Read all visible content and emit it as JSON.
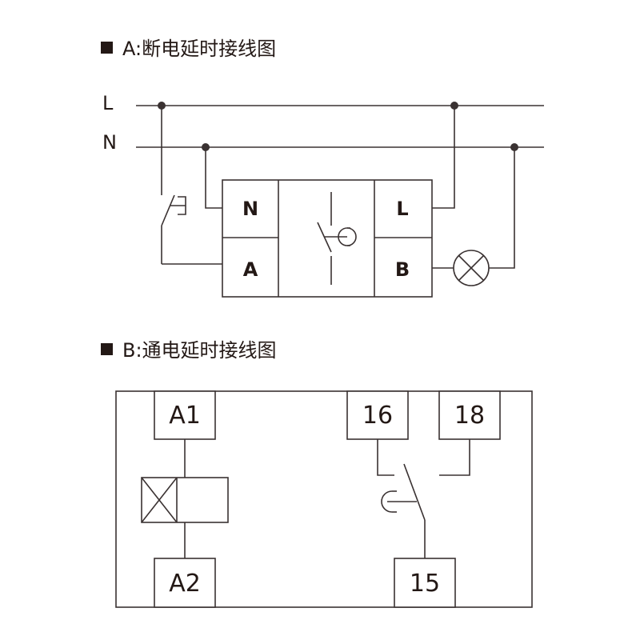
{
  "section_a": {
    "heading": "A:断电延时接线图",
    "line_L": "L",
    "line_N": "N",
    "terminal_N": "N",
    "terminal_A": "A",
    "terminal_L": "L",
    "terminal_B": "B"
  },
  "section_b": {
    "heading": "B:通电延时接线图",
    "terminal_A1": "A1",
    "terminal_A2": "A2",
    "terminal_16": "16",
    "terminal_18": "18",
    "terminal_15": "15"
  },
  "colors": {
    "line": "#3a3232",
    "text": "#231815",
    "background": "#ffffff"
  },
  "icons": {
    "heading_marker": "black-square-icon",
    "lamp": "lamp-icon",
    "coil": "relay-coil-icon",
    "switch": "switch-contact-icon"
  }
}
